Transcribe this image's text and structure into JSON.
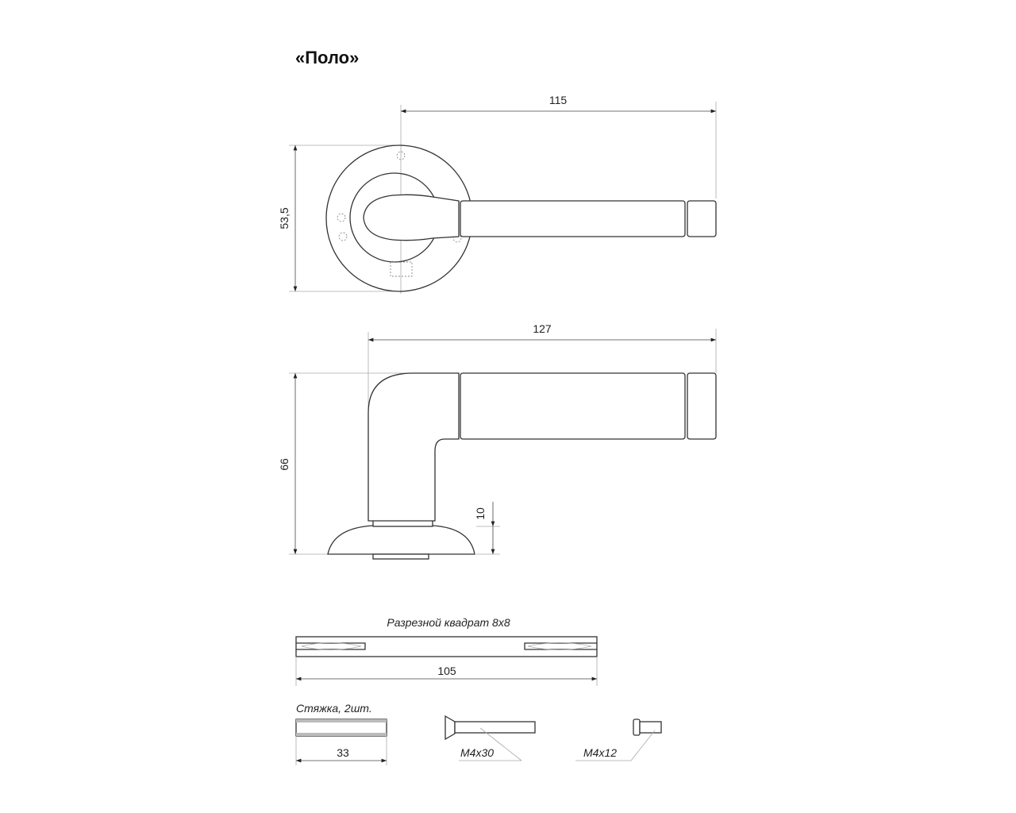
{
  "title": "«Поло»",
  "top_view": {
    "width_dim": "115",
    "height_dim": "53,5"
  },
  "side_view": {
    "width_dim": "127",
    "height_dim": "66",
    "rosette_dim": "10"
  },
  "spindle": {
    "label": "Разрезной квадрат 8x8",
    "length_dim": "105"
  },
  "tie": {
    "label": "Стяжка, 2шт.",
    "length_dim": "33"
  },
  "screws": [
    {
      "label": "M4x30"
    },
    {
      "label": "M4x12"
    }
  ]
}
